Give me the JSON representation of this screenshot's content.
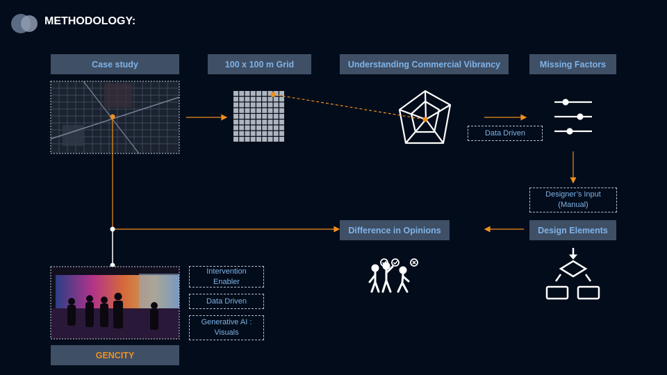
{
  "title": "METHODOLOGY:",
  "headers": {
    "case_study": "Case study",
    "grid": "100 x 100 m Grid",
    "vibrancy": "Understanding Commercial Vibrancy",
    "missing": "Missing Factors",
    "design_elements": "Design Elements",
    "difference": "Difference in Opinions",
    "gencity": "GENCITY"
  },
  "labels": {
    "data_driven_top": "Data Driven",
    "designers_input_line1": "Designer’s Input",
    "designers_input_line2": "(Manual)",
    "intervention_line1": "Intervention",
    "intervention_line2": "Enabler",
    "data_driven_bottom": "Data Driven",
    "gen_ai_line1": "Generative AI :",
    "gen_ai_line2": "Visuals"
  },
  "colors": {
    "background": "#030c1a",
    "header_fill": "#3f4f66",
    "header_text": "#7fb3e8",
    "accent_orange": "#f0901e",
    "gencity_text": "#f0901e",
    "icon_white": "#ffffff"
  }
}
